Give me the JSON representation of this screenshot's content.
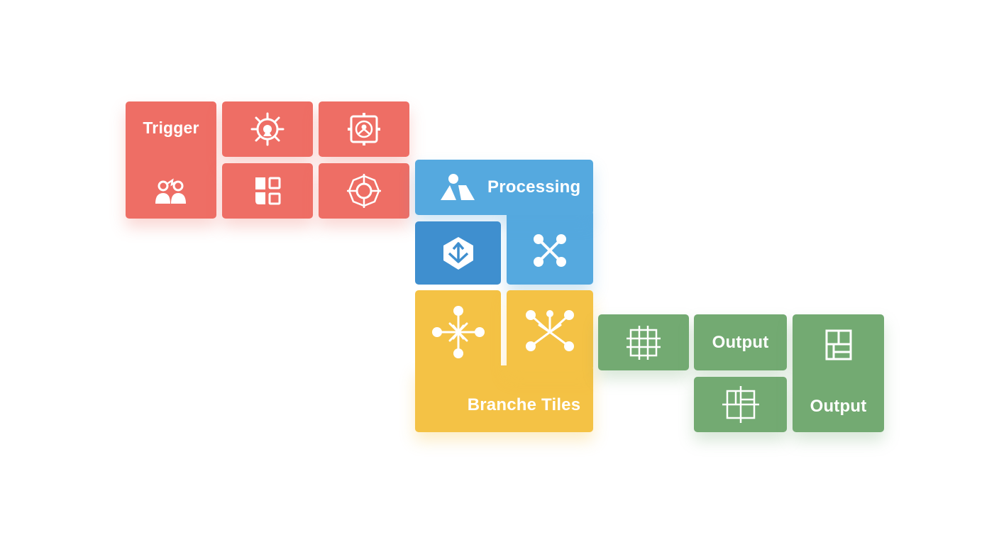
{
  "colors": {
    "trigger": "#ee6e65",
    "processing": "#55a9df",
    "processing_dark": "#3f8fcf",
    "branch": "#f4c245",
    "output": "#73aa72",
    "icon": "#ffffff"
  },
  "trigger": {
    "label": "Trigger",
    "icons": [
      "users-link-icon",
      "gear-target-icon",
      "node-frame-icon",
      "grid-blocks-icon",
      "crosshair-ring-icon"
    ]
  },
  "processing": {
    "label": "Processing",
    "icons": [
      "shapes-icon",
      "box-arrow-icon",
      "network-x-icon"
    ]
  },
  "branch": {
    "label": "Branche Tiles",
    "icons": [
      "starburst-nodes-icon",
      "hub-nodes-icon"
    ]
  },
  "output": {
    "label_top": "Output",
    "label_bottom": "Output",
    "icons": [
      "grid-frame-icon",
      "crosshair-grid-icon",
      "split-panel-icon"
    ]
  }
}
